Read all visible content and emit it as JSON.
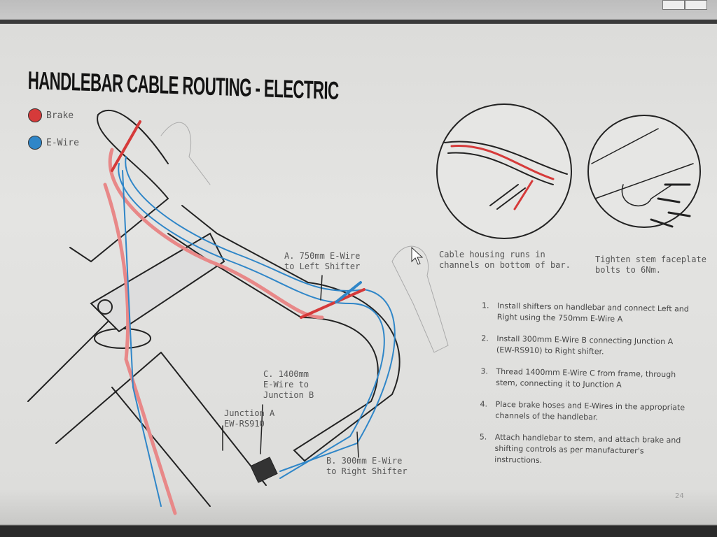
{
  "title": "HANDLEBAR CABLE ROUTING - ELECTRIC",
  "legend": [
    {
      "label": "Brake",
      "color": "#d63a3a"
    },
    {
      "label": "E-Wire",
      "color": "#2f86c8"
    }
  ],
  "callouts": {
    "a": [
      "A. 750mm E-Wire",
      "to Left Shifter"
    ],
    "c": [
      "C. 1400mm",
      "E-Wire to",
      "Junction B"
    ],
    "junction": [
      "Junction A",
      "EW-RS910"
    ],
    "b": [
      "B. 300mm E-Wire",
      "to Right Shifter"
    ]
  },
  "detail_captions": {
    "left": [
      "Cable housing runs in",
      "channels on bottom of bar."
    ],
    "right": [
      "Tighten stem faceplate",
      "bolts to 6Nm."
    ]
  },
  "steps": [
    {
      "num": "1.",
      "text": "Install shifters on handlebar and connect Left and Right using the 750mm E-Wire A"
    },
    {
      "num": "2.",
      "text": "Install 300mm E-Wire B connecting Junction A (EW-RS910) to Right shifter."
    },
    {
      "num": "3.",
      "text": "Thread 1400mm E-Wire C from frame, through stem, connecting it to Junction A"
    },
    {
      "num": "4.",
      "text": "Place brake hoses and E-Wires in the appropriate channels of the handlebar."
    },
    {
      "num": "5.",
      "text": "Attach handlebar to stem, and attach brake and shifting controls as per manufacturer's instructions."
    }
  ],
  "page_number": "24"
}
